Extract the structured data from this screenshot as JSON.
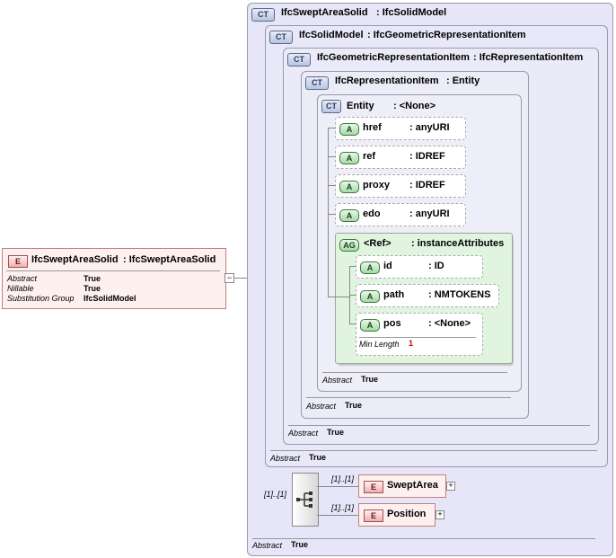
{
  "root_element": {
    "badge": "E",
    "name": "IfcSweptAreaSolid",
    "type": ": IfcSweptAreaSolid",
    "props": [
      {
        "key": "Abstract",
        "value": "True"
      },
      {
        "key": "Nillable",
        "value": "True"
      },
      {
        "key": "Substitution Group",
        "value": "IfcSolidModel"
      }
    ],
    "collapse": "−"
  },
  "complex_types": [
    {
      "badge": "CT",
      "name": "IfcSweptAreaSolid",
      "type": ": IfcSolidModel",
      "abstract_label": "Abstract",
      "abstract_value": "True"
    },
    {
      "badge": "CT",
      "name": "IfcSolidModel",
      "type": ": IfcGeometricRepresentationItem",
      "abstract_label": "Abstract",
      "abstract_value": "True"
    },
    {
      "badge": "CT",
      "name": "IfcGeometricRepresentationItem",
      "type": ": IfcRepresentationItem",
      "abstract_label": "Abstract",
      "abstract_value": "True"
    },
    {
      "badge": "CT",
      "name": "IfcRepresentationItem",
      "type": ": Entity",
      "abstract_label": "Abstract",
      "abstract_value": "True"
    },
    {
      "badge": "CT",
      "name": "Entity",
      "type": ": <None>",
      "abstract_label": "Abstract",
      "abstract_value": "True"
    }
  ],
  "entity_attributes": [
    {
      "badge": "A",
      "name": "href",
      "type": ": anyURI"
    },
    {
      "badge": "A",
      "name": "ref",
      "type": ": IDREF"
    },
    {
      "badge": "A",
      "name": "proxy",
      "type": ": IDREF"
    },
    {
      "badge": "A",
      "name": "edo",
      "type": ": anyURI"
    }
  ],
  "attribute_group": {
    "badge": "AG",
    "name": "<Ref>",
    "type": ": instanceAttributes",
    "attributes": [
      {
        "badge": "A",
        "name": "id",
        "type": ": ID"
      },
      {
        "badge": "A",
        "name": "path",
        "type": ": NMTOKENS"
      },
      {
        "badge": "A",
        "name": "pos",
        "type": ": <None>",
        "facet_label": "Min Length",
        "facet_value": "1"
      }
    ]
  },
  "sequence": {
    "multiplicity": "[1]..[1]",
    "children": [
      {
        "badge": "E",
        "name": "SweptArea",
        "multiplicity": "[1]..[1]",
        "expand": "+"
      },
      {
        "badge": "E",
        "name": "Position",
        "multiplicity": "[1]..[1]",
        "expand": "+"
      }
    ]
  },
  "colors": {
    "ct_fill": "#e6e6f8",
    "ag_fill": "#e0f4e0",
    "element_fill": "#fff0f0"
  }
}
